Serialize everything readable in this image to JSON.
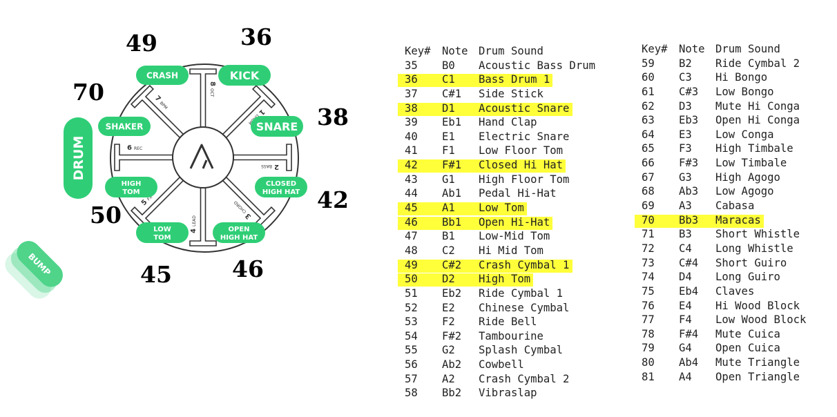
{
  "diagram": {
    "logo": "A",
    "side_label": "DRUM",
    "bump_label": "BUMP",
    "pads": [
      {
        "label": "CRASH",
        "note": "49"
      },
      {
        "label": "KICK",
        "note": "36"
      },
      {
        "label": "SHAKER",
        "note": "70"
      },
      {
        "label": "SNARE",
        "note": "38"
      },
      {
        "label": "HIGH TOM",
        "note": "50"
      },
      {
        "label": "CLOSED HIGH HAT",
        "note": "42"
      },
      {
        "label": "LOW TOM",
        "note": "45"
      },
      {
        "label": "OPEN HIGH HAT",
        "note": "46"
      }
    ],
    "spokes": [
      {
        "num": "8",
        "label": "OCT"
      },
      {
        "num": "1",
        "label": "DRUM"
      },
      {
        "num": "2",
        "label": "BASS"
      },
      {
        "num": "3",
        "label": "CHORD"
      },
      {
        "num": "4",
        "label": "LEAD"
      },
      {
        "num": "5",
        "label": "FX"
      },
      {
        "num": "6",
        "label": "REC"
      },
      {
        "num": "7",
        "label": "BPM"
      }
    ]
  },
  "tables": {
    "headers": [
      "Key#",
      "Note",
      "Drum Sound"
    ],
    "highlight_color": "#ffff3a",
    "left": [
      {
        "key": "35",
        "note": "B0",
        "sound": "Acoustic Bass Drum",
        "hl": false
      },
      {
        "key": "36",
        "note": "C1",
        "sound": "Bass Drum 1",
        "hl": true
      },
      {
        "key": "37",
        "note": "C#1",
        "sound": "Side Stick",
        "hl": false
      },
      {
        "key": "38",
        "note": "D1",
        "sound": "Acoustic Snare",
        "hl": true
      },
      {
        "key": "39",
        "note": "Eb1",
        "sound": "Hand Clap",
        "hl": false
      },
      {
        "key": "40",
        "note": "E1",
        "sound": "Electric Snare",
        "hl": false
      },
      {
        "key": "41",
        "note": "F1",
        "sound": "Low Floor Tom",
        "hl": false
      },
      {
        "key": "42",
        "note": "F#1",
        "sound": "Closed Hi Hat",
        "hl": true
      },
      {
        "key": "43",
        "note": "G1",
        "sound": "High Floor Tom",
        "hl": false
      },
      {
        "key": "44",
        "note": "Ab1",
        "sound": "Pedal Hi-Hat",
        "hl": false
      },
      {
        "key": "45",
        "note": "A1",
        "sound": "Low Tom",
        "hl": true
      },
      {
        "key": "46",
        "note": "Bb1",
        "sound": "Open Hi-Hat",
        "hl": true
      },
      {
        "key": "47",
        "note": "B1",
        "sound": "Low-Mid Tom",
        "hl": false
      },
      {
        "key": "48",
        "note": "C2",
        "sound": "Hi Mid Tom",
        "hl": false
      },
      {
        "key": "49",
        "note": "C#2",
        "sound": "Crash Cymbal 1",
        "hl": true
      },
      {
        "key": "50",
        "note": "D2",
        "sound": "High Tom",
        "hl": true
      },
      {
        "key": "51",
        "note": "Eb2",
        "sound": "Ride Cymbal 1",
        "hl": false
      },
      {
        "key": "52",
        "note": "E2",
        "sound": "Chinese Cymbal",
        "hl": false
      },
      {
        "key": "53",
        "note": "F2",
        "sound": "Ride Bell",
        "hl": false
      },
      {
        "key": "54",
        "note": "F#2",
        "sound": "Tambourine",
        "hl": false
      },
      {
        "key": "55",
        "note": "G2",
        "sound": "Splash Cymbal",
        "hl": false
      },
      {
        "key": "56",
        "note": "Ab2",
        "sound": "Cowbell",
        "hl": false
      },
      {
        "key": "57",
        "note": "A2",
        "sound": "Crash Cymbal 2",
        "hl": false
      },
      {
        "key": "58",
        "note": "Bb2",
        "sound": "Vibraslap",
        "hl": false
      }
    ],
    "right": [
      {
        "key": "59",
        "note": "B2",
        "sound": "Ride Cymbal 2",
        "hl": false
      },
      {
        "key": "60",
        "note": "C3",
        "sound": "Hi Bongo",
        "hl": false
      },
      {
        "key": "61",
        "note": "C#3",
        "sound": "Low Bongo",
        "hl": false
      },
      {
        "key": "62",
        "note": "D3",
        "sound": "Mute Hi Conga",
        "hl": false
      },
      {
        "key": "63",
        "note": "Eb3",
        "sound": "Open Hi Conga",
        "hl": false
      },
      {
        "key": "64",
        "note": "E3",
        "sound": "Low Conga",
        "hl": false
      },
      {
        "key": "65",
        "note": "F3",
        "sound": "High Timbale",
        "hl": false
      },
      {
        "key": "66",
        "note": "F#3",
        "sound": "Low Timbale",
        "hl": false
      },
      {
        "key": "67",
        "note": "G3",
        "sound": "High Agogo",
        "hl": false
      },
      {
        "key": "68",
        "note": "Ab3",
        "sound": "Low Agogo",
        "hl": false
      },
      {
        "key": "69",
        "note": "A3",
        "sound": "Cabasa",
        "hl": false
      },
      {
        "key": "70",
        "note": "Bb3",
        "sound": "Maracas",
        "hl": true
      },
      {
        "key": "71",
        "note": "B3",
        "sound": "Short Whistle",
        "hl": false
      },
      {
        "key": "72",
        "note": "C4",
        "sound": "Long Whistle",
        "hl": false
      },
      {
        "key": "73",
        "note": "C#4",
        "sound": "Short Guiro",
        "hl": false
      },
      {
        "key": "74",
        "note": "D4",
        "sound": "Long Guiro",
        "hl": false
      },
      {
        "key": "75",
        "note": "Eb4",
        "sound": "Claves",
        "hl": false
      },
      {
        "key": "76",
        "note": "E4",
        "sound": "Hi Wood Block",
        "hl": false
      },
      {
        "key": "77",
        "note": "F4",
        "sound": "Low Wood Block",
        "hl": false
      },
      {
        "key": "78",
        "note": "F#4",
        "sound": "Mute Cuica",
        "hl": false
      },
      {
        "key": "79",
        "note": "G4",
        "sound": "Open Cuica",
        "hl": false
      },
      {
        "key": "80",
        "note": "Ab4",
        "sound": "Mute Triangle",
        "hl": false
      },
      {
        "key": "81",
        "note": "A4",
        "sound": "Open Triangle",
        "hl": false
      }
    ]
  },
  "colors": {
    "pad_green": "#2fce76",
    "bump_green": "#52d78c",
    "ink": "#222222"
  }
}
